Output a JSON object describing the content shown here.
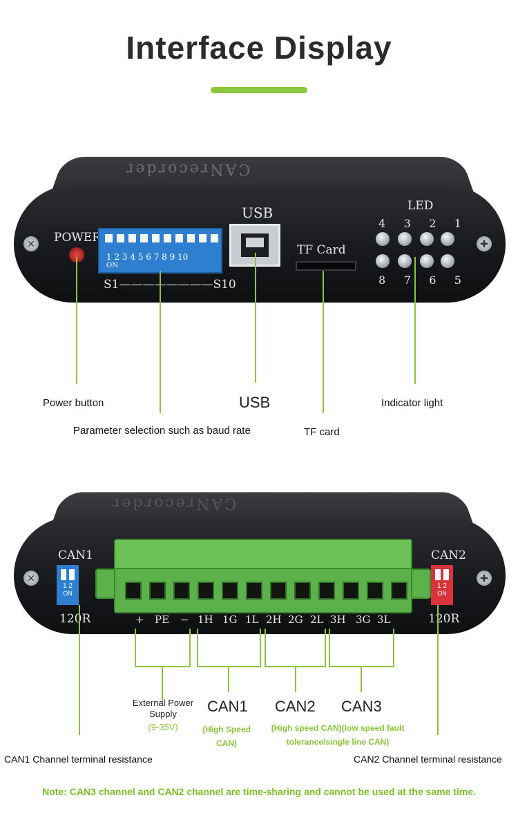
{
  "title": "Interface Display",
  "top_device": {
    "lid_text": "CANrecorder",
    "power_label": "POWER",
    "dip_numbers": "1  2  3  4  5  6  7  8  9  10",
    "dip_on": "ON",
    "dip_range": "S1————————S10",
    "usb_label": "USB",
    "tf_label": "TF Card",
    "led_label": "LED",
    "led_top": [
      "4",
      "3",
      "2",
      "1"
    ],
    "led_bottom": [
      "8",
      "7",
      "6",
      "5"
    ]
  },
  "top_captions": {
    "power": "Power button",
    "usb": "USB",
    "indicator": "Indicator light",
    "param": "Parameter selection such as baud rate",
    "tf": "TF card"
  },
  "bottom_device": {
    "lid_text": "CANrecorder",
    "can1": "CAN1",
    "can2": "CAN2",
    "dip_num": "1 2",
    "dip_on": "ON",
    "res_left": "120R",
    "res_right": "120R",
    "pins": [
      "+",
      "PE",
      "−",
      "1H",
      "1G",
      "1L",
      "2H",
      "2G",
      "2L",
      "3H",
      "3G",
      "3L"
    ]
  },
  "bottom_captions": {
    "ext_power": "External Power Supply",
    "ext_power_range": "(9-35V)",
    "can1": "CAN1",
    "can1_sub": "(High Speed CAN)",
    "can2": "CAN2",
    "can2_sub": "(High speed CAN)(low speed fault tolerance/single line CAN)",
    "can3": "CAN3",
    "can1_res": "CAN1 Channel terminal resistance",
    "can2_res": "CAN2 Channel terminal resistance"
  },
  "note": "Note: CAN3 channel and CAN2 channel are time-sharing and cannot be used at the same time.",
  "colors": {
    "accent": "#8cc63f",
    "note": "#7cc12a",
    "terminal": "#5db14a",
    "dip_blue": "#2f7fd0",
    "dip_red": "#d9343c"
  }
}
